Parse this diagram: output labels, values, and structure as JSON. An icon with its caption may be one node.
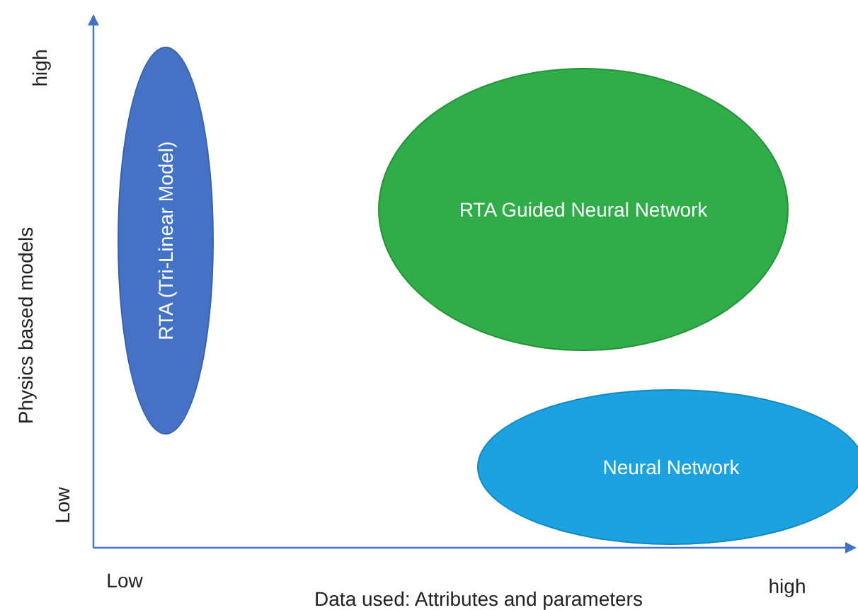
{
  "diagram": {
    "nodes": [
      {
        "text": [
          "RTA (Tri-Linear Model)"
        ]
      },
      {
        "text": [
          "RTA Guided Neural Network"
        ]
      },
      {
        "text": [
          "Neural Network"
        ]
      }
    ],
    "labels": [
      "high",
      "Physics based models",
      "Low",
      "Low",
      "Data used: Attributes and parameters",
      "high"
    ]
  }
}
